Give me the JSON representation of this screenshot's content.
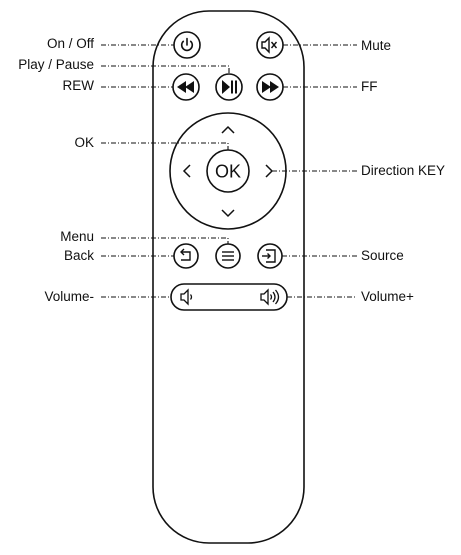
{
  "labels": {
    "on_off": "On / Off",
    "play_pause": "Play / Pause",
    "rew": "REW",
    "ok": "OK",
    "menu": "Menu",
    "back": "Back",
    "volume_minus": "Volume-",
    "mute": "Mute",
    "ff": "FF",
    "direction_key": "Direction KEY",
    "source": "Source",
    "volume_plus": "Volume+"
  },
  "ok_button_text": "OK",
  "icons": {
    "power": "power-icon",
    "mute": "speaker-mute-icon",
    "rewind": "rewind-icon",
    "play_pause": "play-pause-icon",
    "fast_forward": "fast-forward-icon",
    "up": "chevron-up-icon",
    "down": "chevron-down-icon",
    "left": "chevron-left-icon",
    "right": "chevron-right-icon",
    "back": "back-icon",
    "menu": "menu-icon",
    "source": "source-input-icon",
    "volume_down": "speaker-low-icon",
    "volume_up": "speaker-high-icon"
  },
  "colors": {
    "line": "#111111",
    "background": "#ffffff"
  }
}
